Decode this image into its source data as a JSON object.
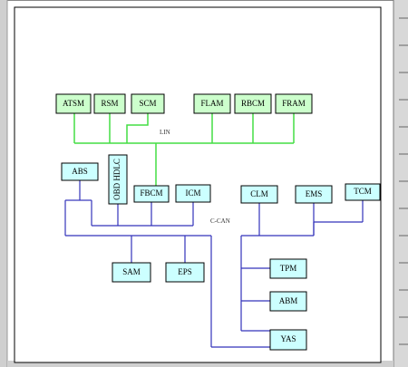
{
  "diagram": {
    "buses": {
      "lin": {
        "label": "LIN",
        "color": "#44dd44"
      },
      "ccan": {
        "label": "C-CAN",
        "color": "#3333bb"
      }
    },
    "node_colors": {
      "lin_fill": "#ccffcc",
      "can_fill": "#ccffff",
      "stroke": "#000000"
    },
    "nodes": {
      "atsm": "ATSM",
      "rsm": "RSM",
      "scm": "SCM",
      "flam": "FLAM",
      "rbcm": "RBCM",
      "fram": "FRAM",
      "abs": "ABS",
      "obd": "OBD HDLC",
      "fbcm": "FBCM",
      "icm": "ICM",
      "clm": "CLM",
      "ems": "EMS",
      "tcm": "TCM",
      "sam": "SAM",
      "eps": "EPS",
      "tpm": "TPM",
      "abm": "ABM",
      "yas": "YAS"
    }
  }
}
